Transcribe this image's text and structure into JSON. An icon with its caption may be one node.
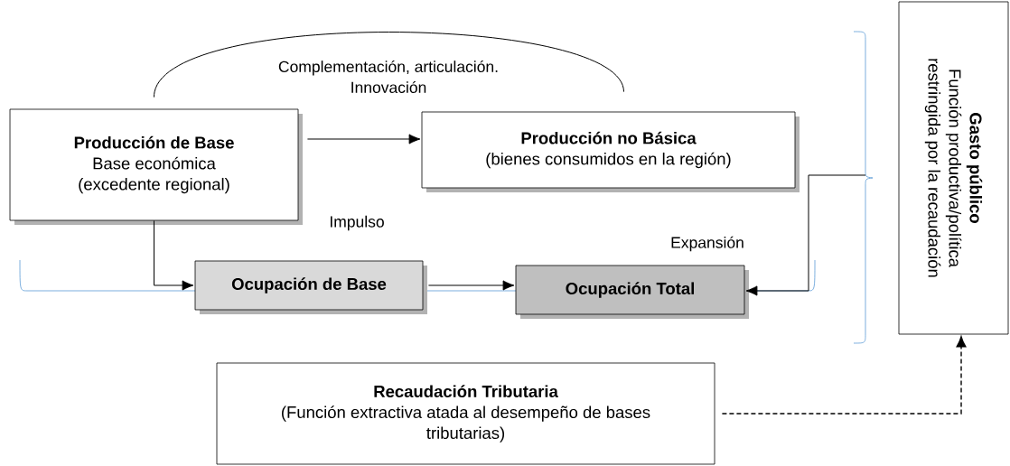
{
  "diagram": {
    "nodes": [
      {
        "text": [
          "Producción de Base",
          "Base económica (excedente regional)"
        ]
      },
      {
        "text": [
          "Producción no Básica",
          "(bienes consumidos en la región)"
        ]
      },
      {
        "text": [
          "Ocupación de Base"
        ]
      },
      {
        "text": [
          "Ocupación Total"
        ]
      },
      {
        "text": [
          "Gasto público",
          "Función productiva/política restringida por la recaudación"
        ]
      },
      {
        "text": [
          "Recaudación Tributaria",
          "(Función extractiva atada al desempeño de bases tributarias)"
        ]
      }
    ],
    "edges": [
      {
        "from": 0,
        "to": 1,
        "arrow": "to"
      },
      {
        "from": 0,
        "to": 1,
        "arrow": "none"
      },
      {
        "from": 0,
        "to": 2,
        "arrow": "to"
      },
      {
        "from": 2,
        "to": 3,
        "arrow": "to"
      },
      {
        "from": null,
        "to": 3,
        "arrow": "to"
      },
      {
        "from": 5,
        "to": 4,
        "arrow": "to",
        "style": "dashed"
      }
    ],
    "labels": [
      "Complementación, articulación. Innovación",
      "Impulso",
      "Expansión"
    ]
  }
}
